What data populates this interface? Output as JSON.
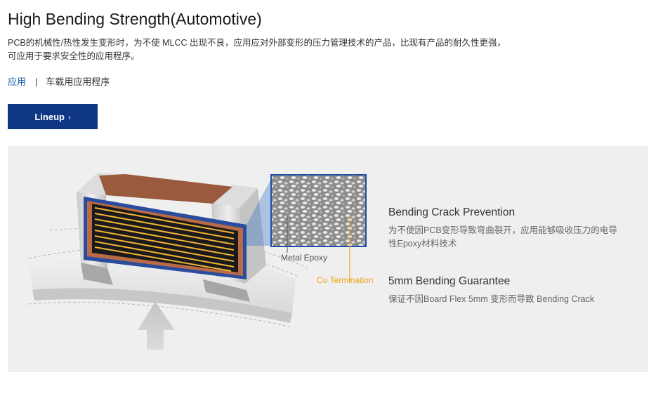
{
  "header": {
    "title": "High Bending Strength(Automotive)",
    "description_lines": [
      "PCB的机械性/热性发生变形时，为不使 MLCC 出现不良，应用应对外部变形的压力管理技术的产品，比现有产品的耐久性更强，",
      "可应用于要求安全性的应用程序。"
    ]
  },
  "application": {
    "label": "应用",
    "separator": "|",
    "value": "车载用应用程序"
  },
  "lineup_button": {
    "label": "Lineup",
    "chevron": "›"
  },
  "illustration": {
    "labels": {
      "metal_epoxy": "Metal Epoxy",
      "cu_termination": "Cu Termination"
    },
    "colors": {
      "brown_top": "#9a5a3e",
      "dark_body": "#1a1a1a",
      "electrode_line": "#f2b335",
      "termination_blue": "#1f4ea6",
      "callout_orange": "#f0a518"
    }
  },
  "features": [
    {
      "title": "Bending Crack Prevention",
      "text_lines": [
        "为不使因PCB变形导致弯曲裂开，应用能够吸收压力的电导",
        "性Epoxy材料技术"
      ]
    },
    {
      "title": "5mm Bending Guarantee",
      "text_lines": [
        "保证不因Board Flex 5mm 变形而导致 Bending Crack"
      ]
    }
  ]
}
